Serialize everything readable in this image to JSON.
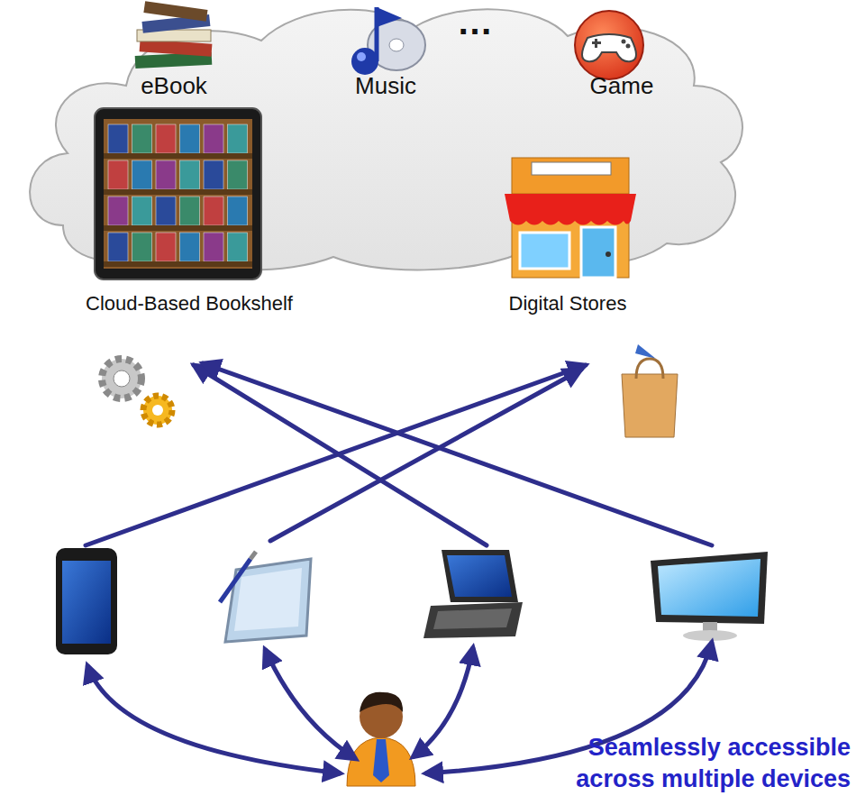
{
  "diagram": {
    "nodes": [
      {
        "text": [
          "Cloud-Based Bookshelf"
        ]
      },
      {
        "text": [
          "Digital Stores"
        ]
      }
    ],
    "labels": [
      "eBook",
      "Music",
      "…",
      "Game",
      "Seamlessly accessible across multiple devices"
    ]
  }
}
